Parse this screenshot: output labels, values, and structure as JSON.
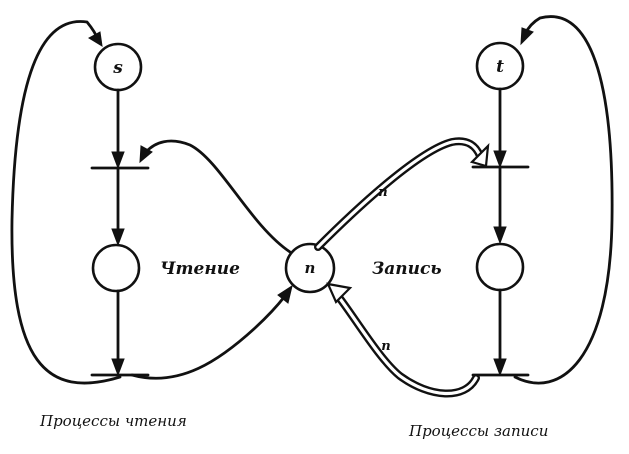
{
  "places": {
    "s": {
      "label": "s"
    },
    "t": {
      "label": "t"
    },
    "resource": {
      "label": "n"
    }
  },
  "labels": {
    "reading": "Чтение",
    "writing": "Запись"
  },
  "captions": {
    "readers": "Процессы чтения",
    "writers": "Процессы записи"
  },
  "arc_weights": {
    "to_writer_start": "n",
    "from_writer_end": "n"
  },
  "colors": {
    "ink": "#111111",
    "paper": "#ffffff"
  }
}
